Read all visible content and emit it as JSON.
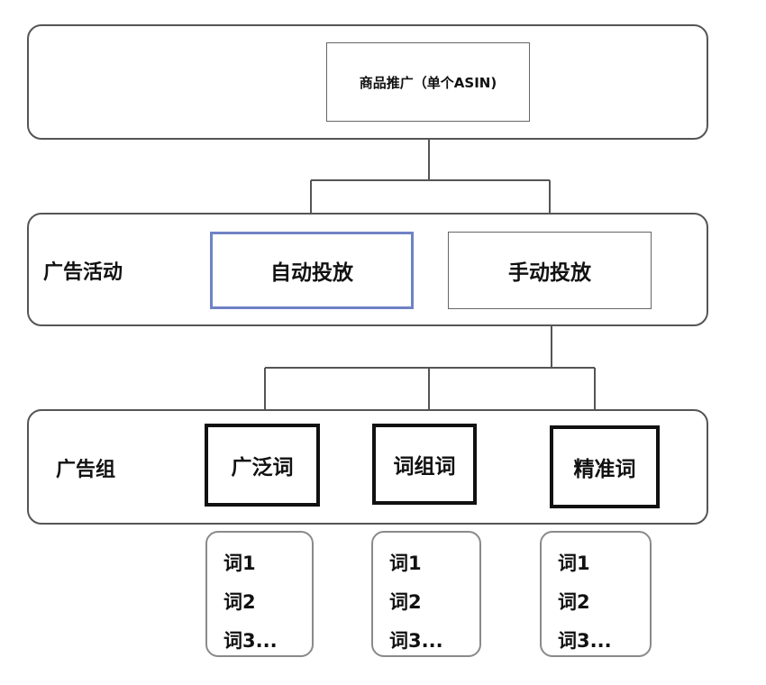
{
  "top": {
    "node": "商品推广（单个ASIN)"
  },
  "campaign": {
    "label": "广告活动",
    "auto": "自动投放",
    "manual": "手动投放"
  },
  "adgroup": {
    "label": "广告组",
    "broad": "广泛词",
    "phrase": "词组词",
    "exact": "精准词"
  },
  "lists": [
    {
      "items": [
        "词1",
        "词2",
        "词3..."
      ]
    },
    {
      "items": [
        "词1",
        "词2",
        "词3..."
      ]
    },
    {
      "items": [
        "词1",
        "词2",
        "词3..."
      ]
    }
  ],
  "colors": {
    "accent": "#6f82c6",
    "border": "#555555"
  }
}
